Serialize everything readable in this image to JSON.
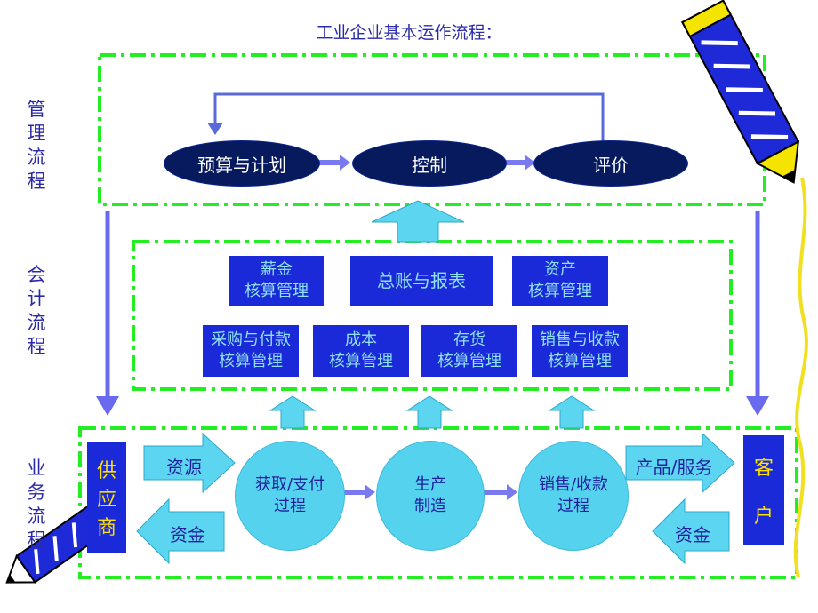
{
  "title": "工业企业基本运作流程：",
  "side_labels": {
    "management": [
      "管",
      "理",
      "流",
      "程"
    ],
    "accounting": [
      "会",
      "计",
      "流",
      "程"
    ],
    "business": [
      "业",
      "务",
      "流",
      "程"
    ]
  },
  "management_flow": [
    "预算与计划",
    "控制",
    "评价"
  ],
  "accounting_top": [
    "薪金\n核算管理",
    "总账与报表",
    "资产\n核算管理"
  ],
  "accounting_bottom": [
    "采购与付款\n核算管理",
    "成本\n核算管理",
    "存货\n核算管理",
    "销售与收款\n核算管理"
  ],
  "business_flow": {
    "supplier": [
      "供",
      "应",
      "商"
    ],
    "customer": [
      "客",
      "户"
    ],
    "processes": [
      "获取/支付\n过程",
      "生产\n制造",
      "销售/收款\n过程"
    ],
    "supplier_in": "资源",
    "supplier_out": "资金",
    "customer_out": "产品/服务",
    "customer_in": "资金"
  },
  "colors": {
    "dash_green": "#22ee22",
    "ellipse_navy": "#071a5e",
    "box_blue": "#1a2ad8",
    "box_text": "#8fe0f0",
    "circle_cyan": "#55d3ee",
    "arrow_cyan": "#5cd6f0",
    "arrow_purple": "#6a6af0",
    "label_blue": "#2a2aa8",
    "supplier_text": "#ffe000"
  }
}
